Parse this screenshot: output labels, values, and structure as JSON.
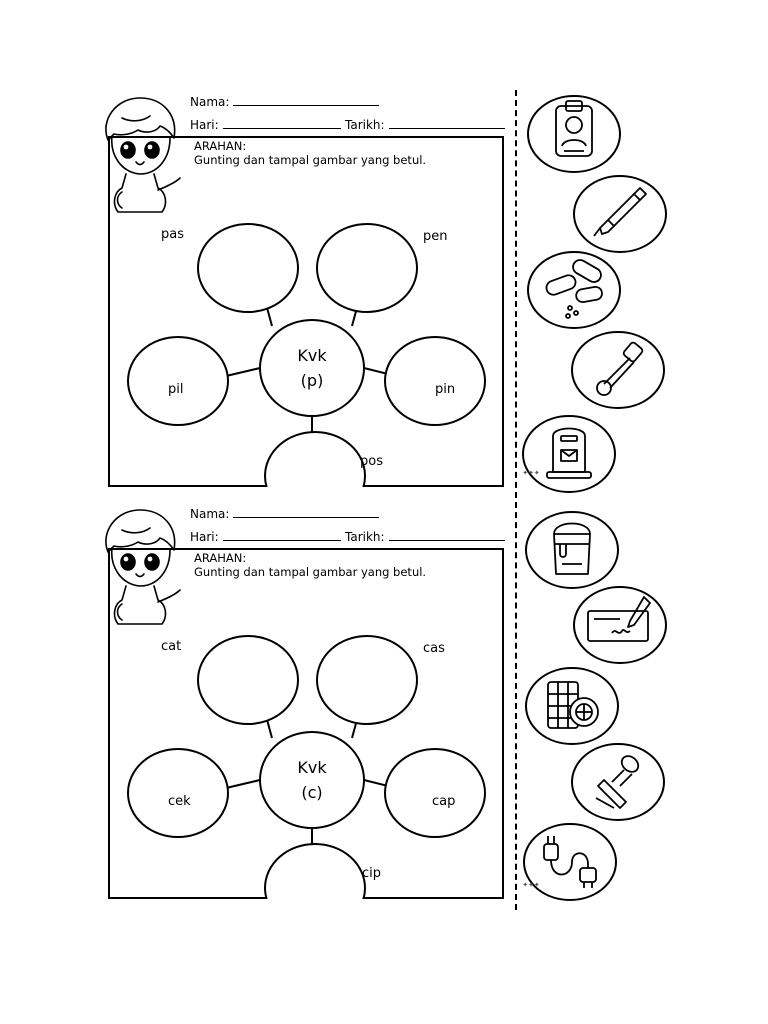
{
  "worksheets": [
    {
      "nama_label": "Nama:",
      "hari_label": "Hari:",
      "tarikh_label": "Tarikh:",
      "arahan_title": "ARAHAN:",
      "arahan_text": "Gunting dan tampal gambar yang betul.",
      "center_title": "Kvk",
      "center_letter": "(p)",
      "words": [
        "pas",
        "pen",
        "pil",
        "pin",
        "pos"
      ]
    },
    {
      "nama_label": "Nama:",
      "hari_label": "Hari:",
      "tarikh_label": "Tarikh:",
      "arahan_title": "ARAHAN:",
      "arahan_text": "Gunting dan tampal gambar yang betul.",
      "center_title": "Kvk",
      "center_letter": "(c)",
      "words": [
        "cat",
        "cas",
        "cek",
        "cap",
        "cip"
      ]
    }
  ],
  "cutouts": [
    {
      "icon": "id-badge-icon"
    },
    {
      "icon": "pen-icon"
    },
    {
      "icon": "pill-icon"
    },
    {
      "icon": "safety-pin-icon"
    },
    {
      "icon": "mailbox-icon"
    },
    {
      "icon": "paint-bucket-icon"
    },
    {
      "icon": "cheque-icon"
    },
    {
      "icon": "chip-icon"
    },
    {
      "icon": "stamp-icon"
    },
    {
      "icon": "charger-plug-icon"
    }
  ]
}
